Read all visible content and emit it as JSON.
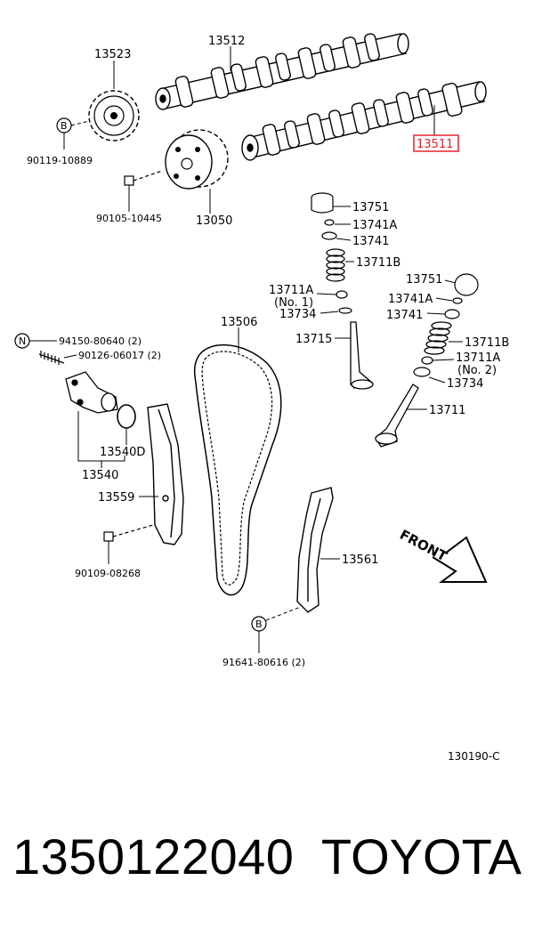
{
  "labels": {
    "p13512": "13512",
    "p13523": "13523",
    "p13511": "13511",
    "b90119": "90119-10889",
    "b90105": "90105-10445",
    "p13050": "13050",
    "p13751a": "13751",
    "p13741Aa": "13741A",
    "p13741a": "13741",
    "p13711Ba": "13711B",
    "p13711Aa": "13711A",
    "no1": "(No. 1)",
    "p13734a": "13734",
    "p13715": "13715",
    "p13751b": "13751",
    "p13741Ab": "13741A",
    "p13741b": "13741",
    "p13711Bb": "13711B",
    "p13711Ab": "13711A",
    "no2": "(No. 2)",
    "p13734b": "13734",
    "p13711": "13711",
    "p13506": "13506",
    "b94150": "94150-80640 (2)",
    "b90126": "90126-06017 (2)",
    "p13540D": "13540D",
    "p13540": "13540",
    "p13559": "13559",
    "b90109": "90109-08268",
    "p13561": "13561",
    "b91641": "91641-80616 (2)",
    "front": "FRONT",
    "marker_b": "B",
    "marker_n": "N",
    "diagram_code": "130190-C"
  },
  "footer": {
    "part_number": "1350122040",
    "brand": "TOYOTA"
  },
  "highlight_color": "#e8202a"
}
